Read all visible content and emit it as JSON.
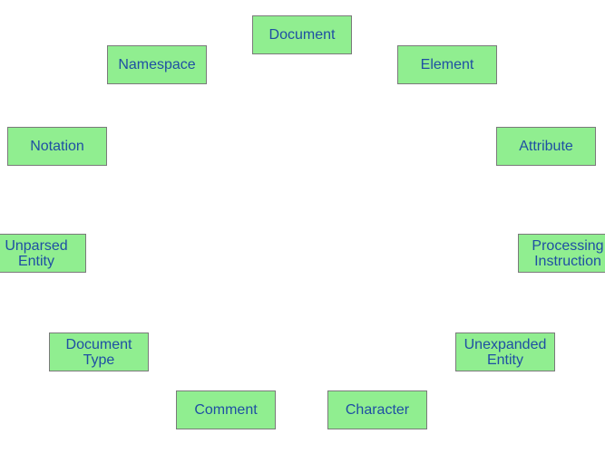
{
  "colors": {
    "node_fill": "#90ee90",
    "node_text": "#1f4fa3",
    "node_border": "#7a7a7a",
    "background": "#ffffff"
  },
  "nodes": [
    {
      "id": "n-document",
      "label": "Document"
    },
    {
      "id": "n-element",
      "label": "Element"
    },
    {
      "id": "n-attribute",
      "label": "Attribute"
    },
    {
      "id": "n-processing",
      "label": "Processing\nInstruction"
    },
    {
      "id": "n-unexpanded",
      "label": "Unexpanded\nEntity"
    },
    {
      "id": "n-character",
      "label": "Character"
    },
    {
      "id": "n-comment",
      "label": "Comment"
    },
    {
      "id": "n-doctype",
      "label": "Document\nType"
    },
    {
      "id": "n-unparsed",
      "label": "Unparsed\nEntity"
    },
    {
      "id": "n-notation",
      "label": "Notation"
    },
    {
      "id": "n-namespace",
      "label": "Namespace"
    }
  ]
}
